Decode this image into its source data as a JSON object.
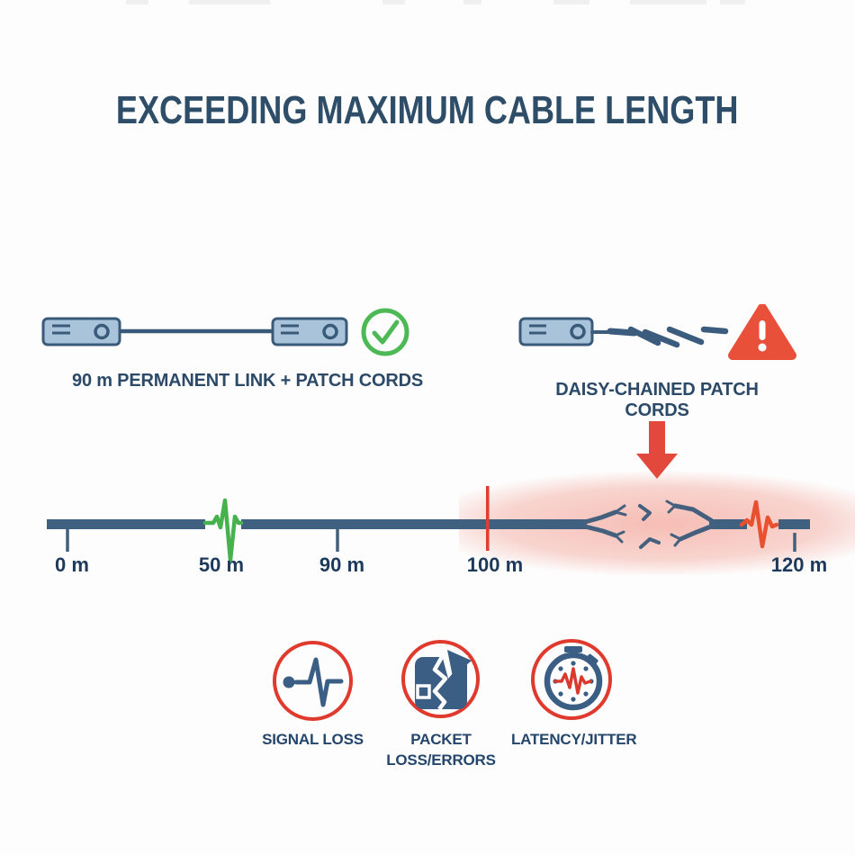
{
  "title": "EXCEEDING MAXIMUM CABLE LENGTH",
  "scenarios": {
    "good": {
      "caption": "90 m PERMANENT LINK + PATCH CORDS",
      "status": "ok",
      "status_icon": "check-circle"
    },
    "bad": {
      "caption": "DAISY-CHAINED PATCH CORDS",
      "status": "warning",
      "status_icon": "warning-triangle"
    }
  },
  "ruler": {
    "unit": "m",
    "ticks": [
      {
        "label": "0 m"
      },
      {
        "label": "50 m",
        "marker": "green-signal-pulse"
      },
      {
        "label": "90 m"
      },
      {
        "label": "100 m",
        "marker": "red-limit-line"
      },
      {
        "label": "120 m",
        "marker": "orange-distorted-pulse"
      }
    ],
    "break_icon": "broken-cable"
  },
  "consequences": [
    {
      "icon": "signal-loss-icon",
      "lines": [
        "SIGNAL LOSS"
      ]
    },
    {
      "icon": "packet-loss-icon",
      "lines": [
        "PACKET",
        "LOSS/ERRORS"
      ]
    },
    {
      "icon": "latency-jitter-icon",
      "lines": [
        "LATENCY/JITTER"
      ]
    }
  ],
  "colors": {
    "background": "#fdfdfd",
    "title_text": "#2e4d68",
    "label_text": "#24466b",
    "cable_slate": "#40607f",
    "device_fill": "#a9c3db",
    "device_stroke": "#3a5a7a",
    "ok_green": "#4cb955",
    "alert_red": "#df3a2d",
    "warning_triangle": "#e8503a",
    "distorted_pulse": "#e8512f",
    "overload_glow": "#ec6652"
  }
}
